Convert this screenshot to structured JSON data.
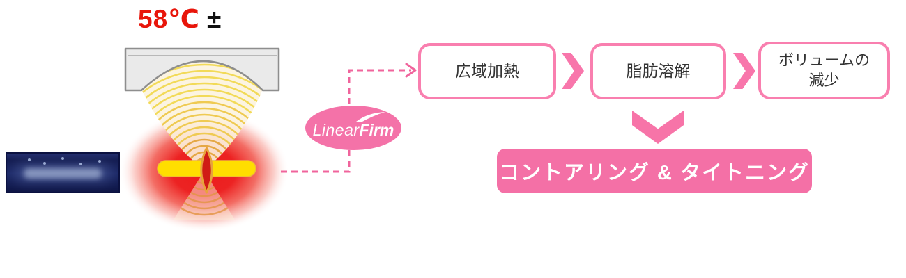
{
  "header": {
    "temperature": "58℃",
    "tolerance": "±"
  },
  "logo": {
    "name": "LinearFirm",
    "part1": "Linear",
    "part2": "Firm"
  },
  "flow": {
    "steps": [
      {
        "label": "広域加熱"
      },
      {
        "label": "脂肪溶解"
      },
      {
        "label": "ボリュームの\n減少"
      }
    ],
    "result": "コントアリング & タイトニング"
  },
  "icons": {
    "transducer": "ultrasound-transducer",
    "focal_zone": "heated-focal-zone",
    "thumbnail": "ultrasound-scan-image"
  },
  "colors": {
    "pink": "#f573a9",
    "pink_border": "#f97faf",
    "glow_red": "#ec1c1c",
    "bar_yellow": "#ffde00",
    "navy": "#16205c",
    "temp_red": "#e8150a"
  }
}
